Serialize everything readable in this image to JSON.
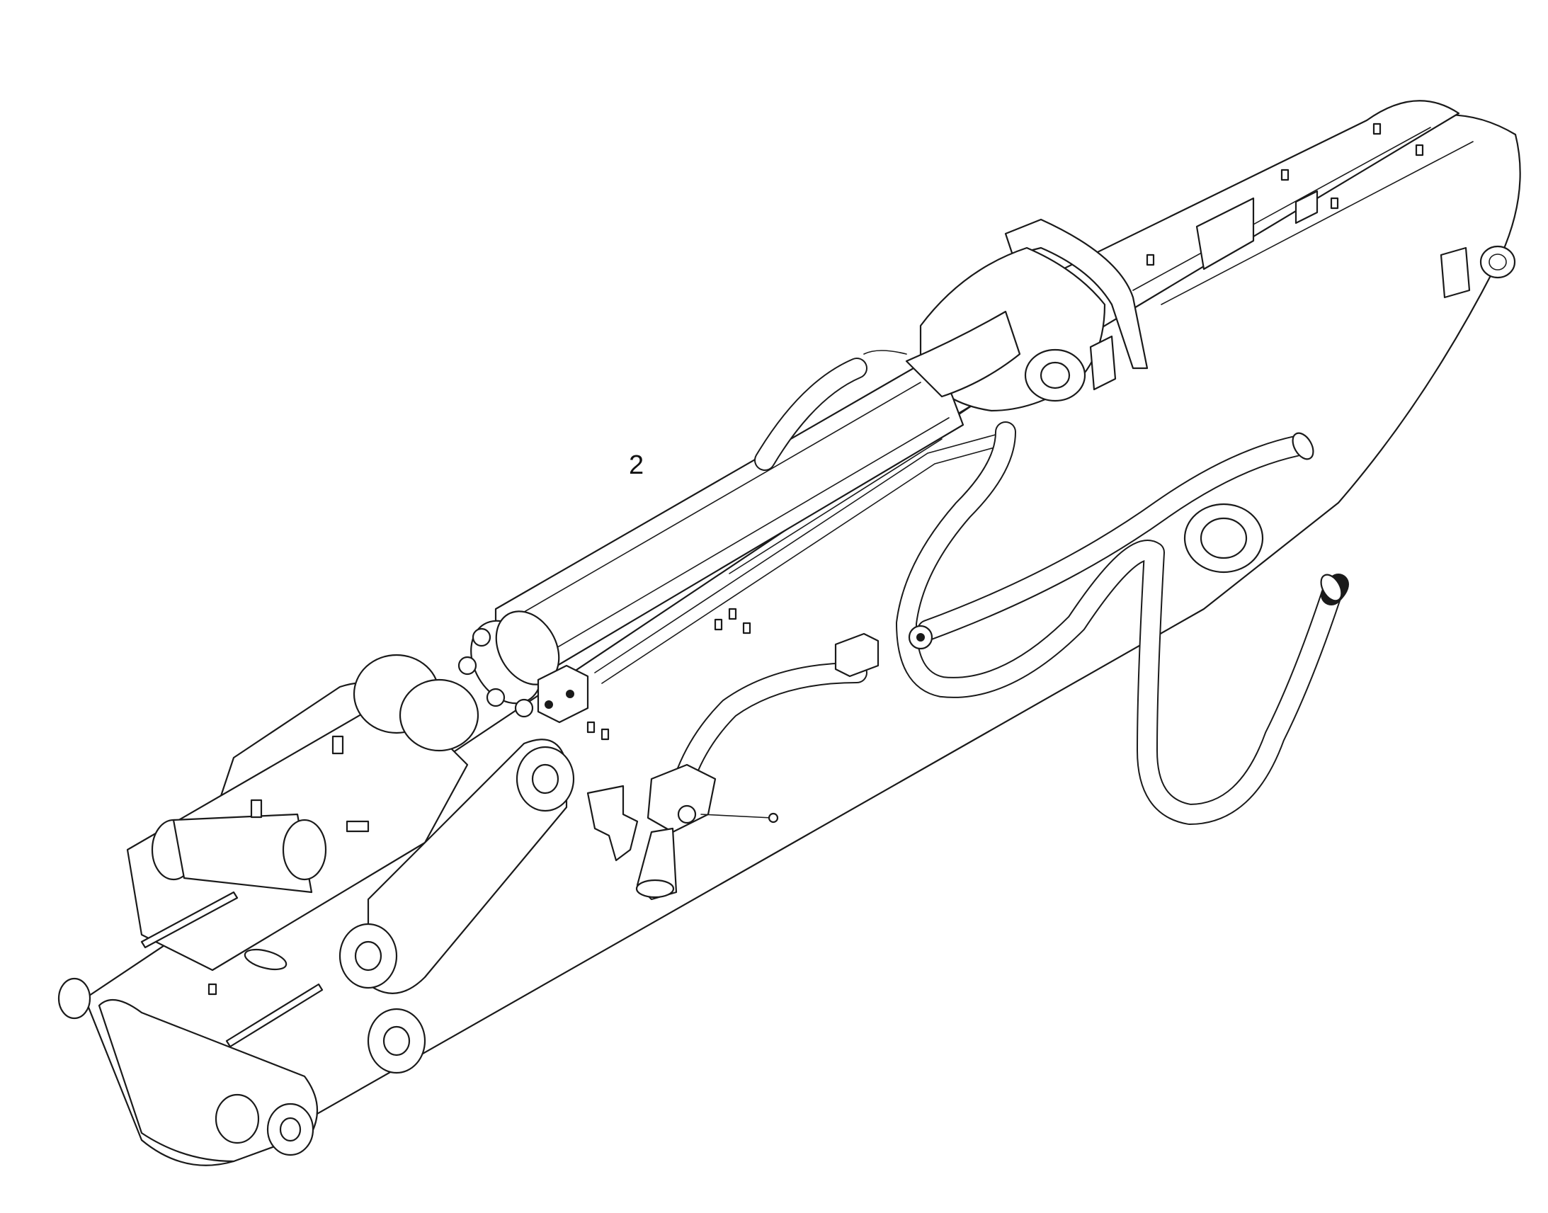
{
  "diagram": {
    "callout_label": "2",
    "components": {
      "boom": "boom-arm",
      "cylinder": "hydraulic-cylinder",
      "hoses": "hydraulic-hoses",
      "linkage": "bucket-linkage",
      "valve": "control-valve"
    }
  }
}
